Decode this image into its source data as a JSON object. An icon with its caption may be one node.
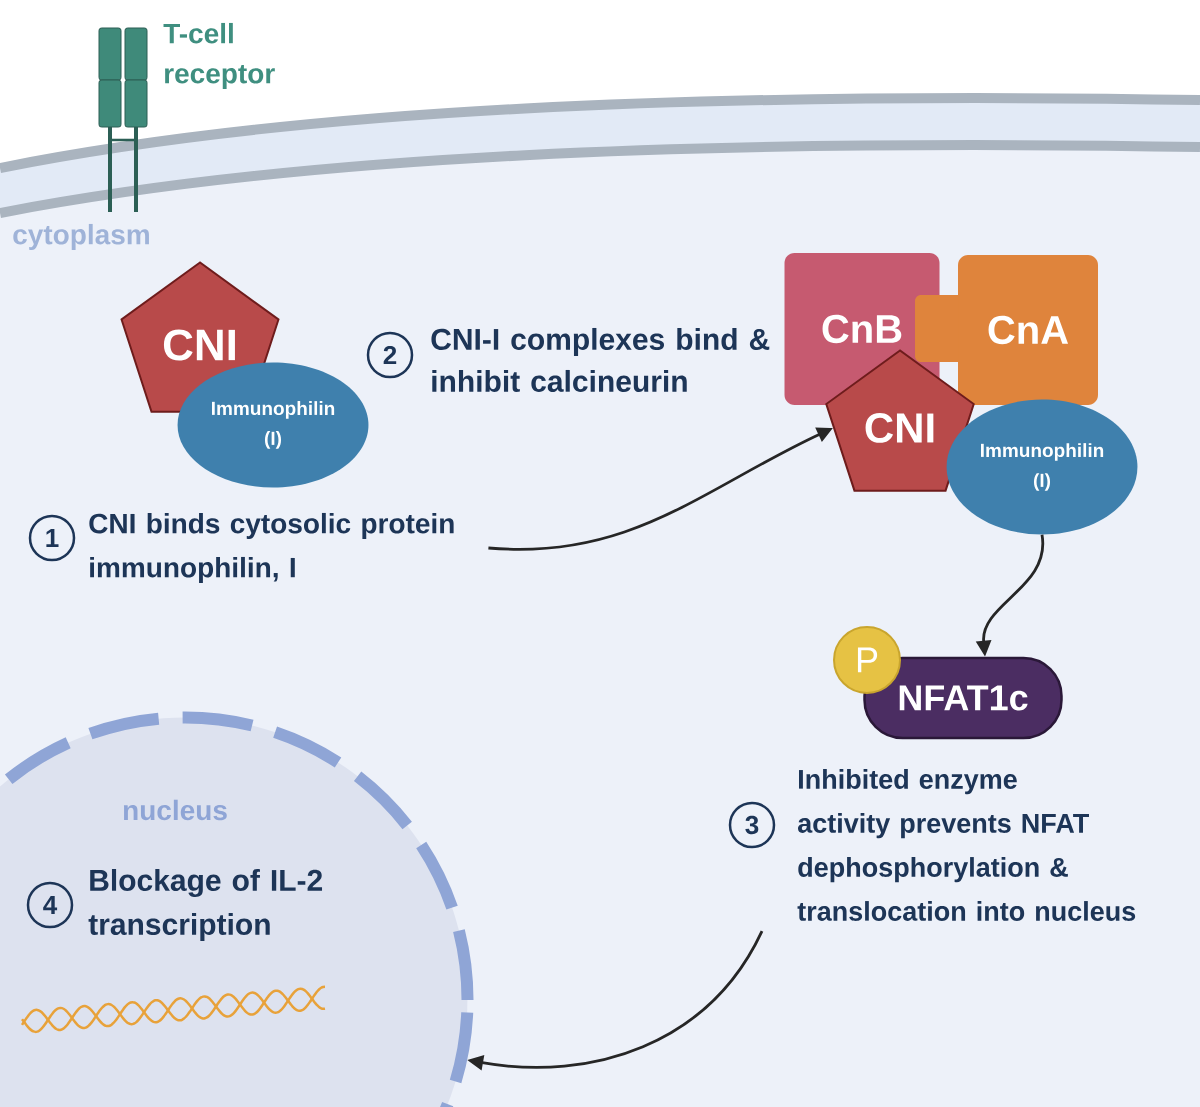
{
  "diagram": {
    "nodes": [
      {
        "text": [
          "CNI"
        ]
      },
      {
        "text": [
          "Immunophilin (I)"
        ]
      },
      {
        "text": [
          "2"
        ]
      },
      {
        "text": [
          "CNI-I complexes bind & inhibit calcineurin"
        ]
      },
      {
        "text": [
          "CnB"
        ]
      },
      {
        "text": [
          "CnA"
        ]
      },
      {
        "text": [
          "CNI"
        ]
      },
      {
        "text": [
          "Immunophilin (I)"
        ]
      },
      {
        "text": [
          "1"
        ]
      },
      {
        "text": [
          "CNI binds cytosolic protein immunophilin, I"
        ]
      },
      {
        "text": [
          "P"
        ]
      },
      {
        "text": [
          "NFAT1c"
        ]
      },
      {
        "text": [
          "nucleus"
        ]
      },
      {
        "text": [
          "3"
        ]
      },
      {
        "text": [
          "Inhibited enzyme activity prevents NFAT dephosphorylation & translocation into nucleus"
        ]
      },
      {
        "text": [
          "4"
        ],
        "in": 12
      },
      {
        "text": [
          "Blockage of IL-2 transcription"
        ],
        "in": 12
      }
    ],
    "edges": [
      {
        "from": 9,
        "to": 6,
        "arrow": "to"
      },
      {
        "from": 7,
        "to": 11,
        "arrow": "to"
      },
      {
        "from": 14,
        "to": 12,
        "arrow": "to"
      }
    ],
    "labels": [
      "T-cell receptor",
      "cytoplasm"
    ]
  }
}
